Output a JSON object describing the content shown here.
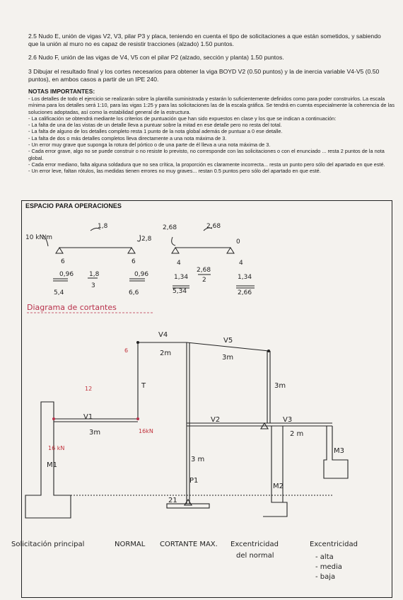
{
  "items": {
    "i25": "2.5 Nudo E, unión de vigas V2, V3, pilar P3 y placa, teniendo en cuenta el tipo de solicitaciones a que están sometidos, y sabiendo que la unión al muro no es capaz de resistir tracciones (alzado) 1.50 puntos.",
    "i26": "2.6 Nudo F, unión de las vigas de V4, V5 con el pilar P2 (alzado, sección y planta) 1.50 puntos.",
    "i3": "3 Dibujar el resultado final y los cortes necesarios para obtener la viga BOYD V2 (0.50 puntos) y la de inercia variable V4-V5 (0.50 puntos), en ambos casos a partir de un IPE 240."
  },
  "notes": {
    "title": "NOTAS IMPORTANTES:",
    "lines": [
      "- Los detalles de todo el ejercicio se realizarán sobre la plantilla suministrada y estarán lo suficientemente definidos como para poder construirlos. La escala mínima para los detalles será 1:10, para las vigas 1:25 y para las solicitaciones las de la escala gráfica. Se tendrá en cuenta especialmente la coherencia de las soluciones adoptadas, así como la estabilidad general de la estructura.",
      "- La calificación se obtendrá mediante los criterios de puntuación que han sido expuestos en clase y los que se indican a continuación:",
      "- La falta de una de las vistas de un detalle lleva a puntuar sobre la mitad en ese detalle pero no resta del total.",
      "- La falta de alguno de los detalles completo resta 1 punto de la nota global además de puntuar a 0 ese detalle.",
      "- La falta de dos o más detalles completos lleva directamente a una nota máxima de 3.",
      "- Un error muy grave que suponga la rotura del pórtico o de una parte de él lleva a una nota máxima de 3.",
      "- Cada error grave, algo no se puede construir o no resiste lo previsto, no corresponde con las solicitaciones o con el enunciado ... resta 2 puntos de la nota global.",
      "- Cada error mediano, falta alguna soldadura que no sea crítica, la proporción es claramente incorrecta... resta un punto pero sólo del apartado en que esté.",
      "- Un error leve, faltan rótulos, las medidas tienen errores no muy graves... restan 0.5 puntos pero sólo del apartado en que esté."
    ]
  },
  "workspace": {
    "title": "ESPACIO PARA OPERACIONES",
    "diagram_heading": "Diagrama de cortantes",
    "beam1": {
      "load": "10 kN/m",
      "moment_left": "1,8",
      "moment_right": "2,8",
      "left_top": "6",
      "left_mid": "0,96",
      "left_bot": "5,4",
      "mid_top": "1,8",
      "mid_bot": "3",
      "right_top": "6",
      "right_mid": "0,96",
      "right_bot": "6,6"
    },
    "beam2": {
      "moment_left": "2,68",
      "moment_mid": "2,68",
      "right_end": "0",
      "left_top": "4",
      "left_mid": "1,34",
      "left_bot": "5,34",
      "mid_top": "2,68",
      "mid_bot": "2",
      "right_top": "4",
      "right_mid": "1,34",
      "right_bot": "2,66"
    },
    "frame": {
      "V4": "V4",
      "V5": "V5",
      "V1": "V1",
      "V2": "V2",
      "V3": "V3",
      "P1": "P1",
      "M1": "M1",
      "M2": "M2",
      "M3": "M3",
      "dim_2m_a": "2m",
      "dim_3m_a": "3m",
      "dim_3m_v1": "3m",
      "dim_3m_p1": "3 m",
      "dim_3m_right": "3m",
      "dim_2m_v3": "2 m",
      "T": "T",
      "r6": "6",
      "r12": "12",
      "r16kn_a": "16 kN",
      "r16kn_b": "16kN",
      "r21": "21"
    },
    "bottom_labels": {
      "a": "Solicitación principal",
      "b": "NORMAL",
      "c": "CORTANTE MAX.",
      "d1": "Excentricidad",
      "d2": "del normal",
      "e1": "Excentricidad",
      "e2": "- alta",
      "e3": "- media",
      "e4": "- baja"
    }
  }
}
